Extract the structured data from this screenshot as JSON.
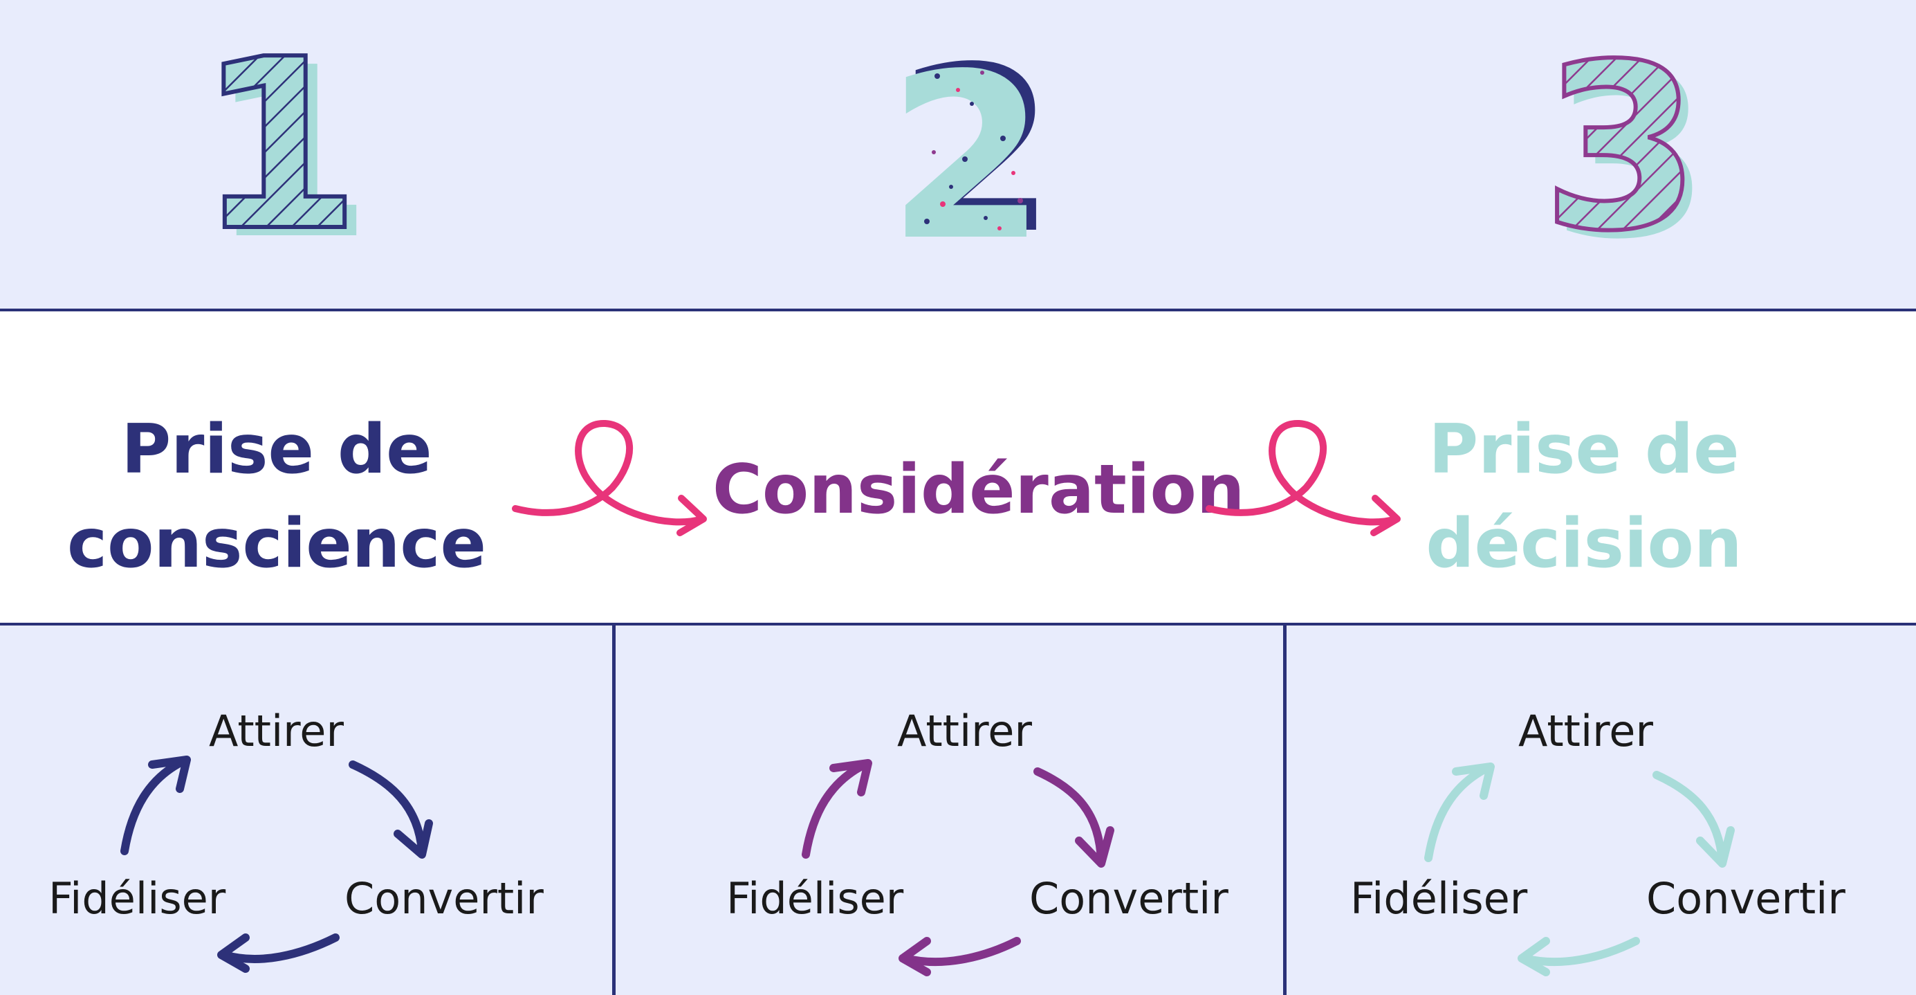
{
  "steps": [
    {
      "number": "1",
      "stage_line1": "Prise de",
      "stage_line2": "conscience",
      "color": "#2d3179",
      "accent": "#a8dcd9"
    },
    {
      "number": "2",
      "stage_line1": "Considération",
      "stage_line2": "",
      "color": "#83338a",
      "accent": "#a8dcd9"
    },
    {
      "number": "3",
      "stage_line1": "Prise de",
      "stage_line2": "décision",
      "color": "#a8dcd9",
      "accent": "#8e3a8f"
    }
  ],
  "cycle_labels": {
    "attract": "Attirer",
    "convert": "Convertir",
    "retain": "Fidéliser"
  },
  "connector_color": "#e8347a",
  "line_color": "#2a3178"
}
